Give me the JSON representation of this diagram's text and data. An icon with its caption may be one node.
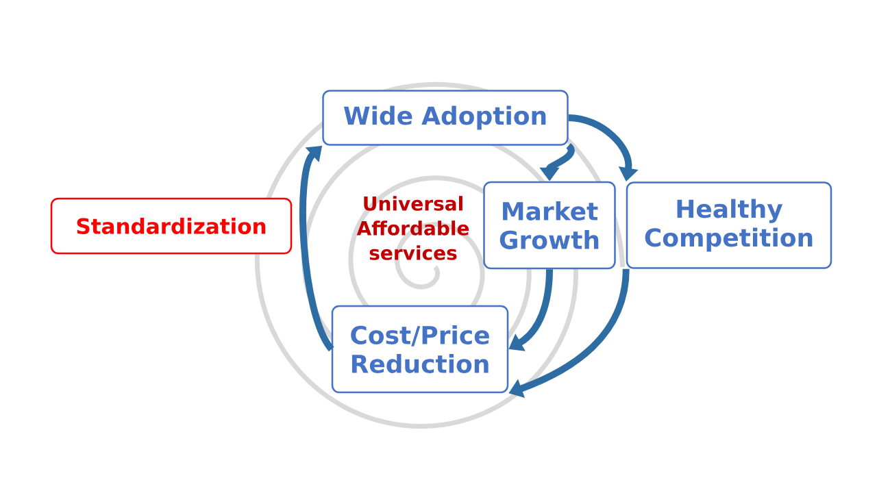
{
  "diagram": {
    "nodes": [
      {
        "text": [
          "Standardization"
        ]
      },
      {
        "text": [
          "Wide Adoption"
        ]
      },
      {
        "text": [
          "Market Growth"
        ]
      },
      {
        "text": [
          "Healthy Competition"
        ]
      },
      {
        "text": [
          "Cost/Price Reduction"
        ]
      }
    ],
    "edges": [
      {
        "from": 4,
        "to": 1,
        "arrow": "to"
      },
      {
        "from": 1,
        "to": 2,
        "arrow": "to"
      },
      {
        "from": 1,
        "to": 3,
        "arrow": "to"
      },
      {
        "from": 2,
        "to": 4,
        "arrow": "to"
      },
      {
        "from": 3,
        "to": 4,
        "arrow": "to"
      }
    ],
    "labels": [
      "Universal Affordable services"
    ]
  }
}
